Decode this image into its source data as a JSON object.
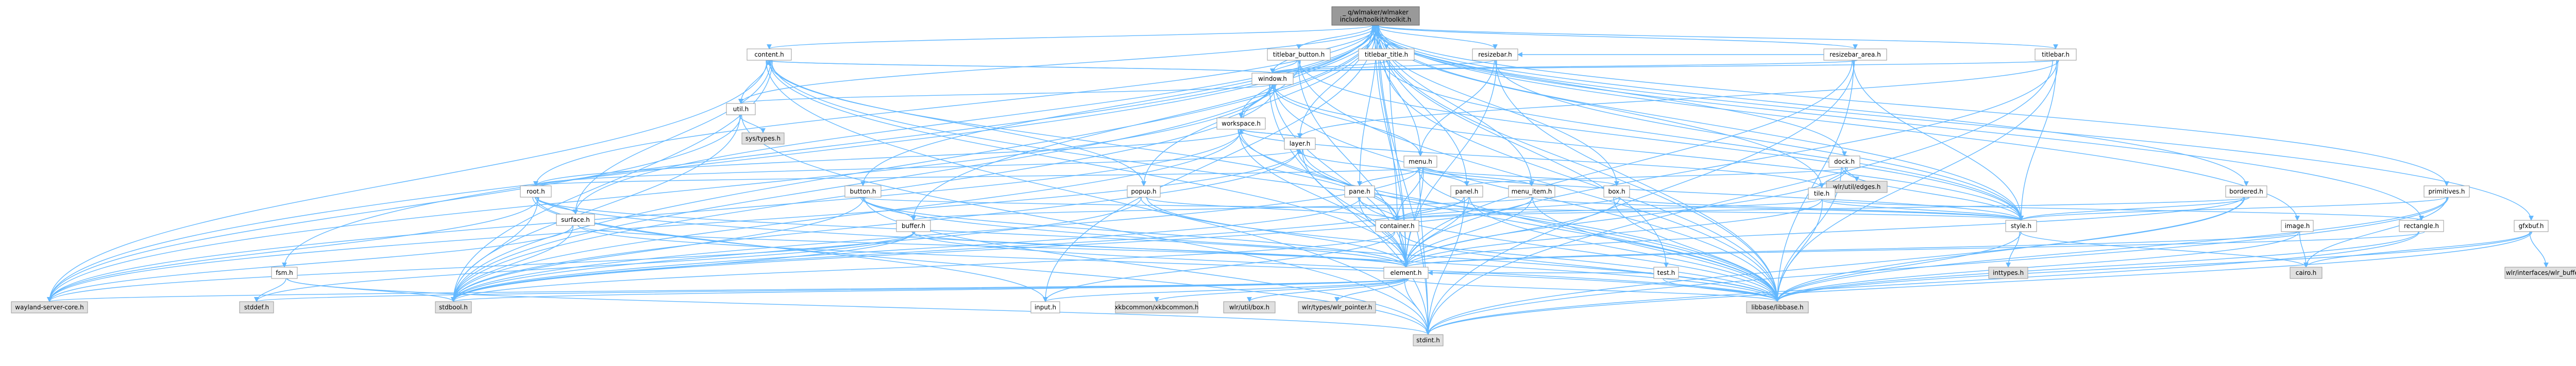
{
  "nodes": [
    {
      "id": "root",
      "lines": [
        "_ q/wlmaker/wlmaker",
        "include/toolkit/toolkit.h"
      ],
      "kind": "root"
    },
    {
      "id": "content",
      "lines": [
        "content.h"
      ]
    },
    {
      "id": "titlebar_button",
      "lines": [
        "titlebar_button.h"
      ]
    },
    {
      "id": "titlebar_title",
      "lines": [
        "titlebar_title.h"
      ]
    },
    {
      "id": "resizebar",
      "lines": [
        "resizebar.h"
      ]
    },
    {
      "id": "resizebar_area",
      "lines": [
        "resizebar_area.h"
      ]
    },
    {
      "id": "titlebar",
      "lines": [
        "titlebar.h"
      ]
    },
    {
      "id": "window",
      "lines": [
        "window.h"
      ]
    },
    {
      "id": "util",
      "lines": [
        "util.h"
      ]
    },
    {
      "id": "systypes",
      "lines": [
        "sys/types.h"
      ],
      "kind": "sys"
    },
    {
      "id": "workspace",
      "lines": [
        "workspace.h"
      ]
    },
    {
      "id": "layer",
      "lines": [
        "layer.h"
      ]
    },
    {
      "id": "menu",
      "lines": [
        "menu.h"
      ]
    },
    {
      "id": "dock",
      "lines": [
        "dock.h"
      ]
    },
    {
      "id": "wlredges",
      "lines": [
        "wlr/util/edges.h"
      ],
      "kind": "sys"
    },
    {
      "id": "root_h",
      "lines": [
        "root.h"
      ]
    },
    {
      "id": "button",
      "lines": [
        "button.h"
      ]
    },
    {
      "id": "popup",
      "lines": [
        "popup.h"
      ]
    },
    {
      "id": "pane",
      "lines": [
        "pane.h"
      ]
    },
    {
      "id": "panel",
      "lines": [
        "panel.h"
      ]
    },
    {
      "id": "menu_item",
      "lines": [
        "menu_item.h"
      ]
    },
    {
      "id": "box",
      "lines": [
        "box.h"
      ]
    },
    {
      "id": "tile",
      "lines": [
        "tile.h"
      ]
    },
    {
      "id": "bordered",
      "lines": [
        "bordered.h"
      ]
    },
    {
      "id": "primitives",
      "lines": [
        "primitives.h"
      ]
    },
    {
      "id": "surface",
      "lines": [
        "surface.h"
      ]
    },
    {
      "id": "buffer",
      "lines": [
        "buffer.h"
      ]
    },
    {
      "id": "container",
      "lines": [
        "container.h"
      ]
    },
    {
      "id": "style",
      "lines": [
        "style.h"
      ]
    },
    {
      "id": "image",
      "lines": [
        "image.h"
      ]
    },
    {
      "id": "rectangle",
      "lines": [
        "rectangle.h"
      ]
    },
    {
      "id": "gfxbuf",
      "lines": [
        "gfxbuf.h"
      ]
    },
    {
      "id": "fsm",
      "lines": [
        "fsm.h"
      ]
    },
    {
      "id": "element",
      "lines": [
        "element.h"
      ]
    },
    {
      "id": "test",
      "lines": [
        "test.h"
      ]
    },
    {
      "id": "inttypes",
      "lines": [
        "inttypes.h"
      ],
      "kind": "sys"
    },
    {
      "id": "cairo",
      "lines": [
        "cairo.h"
      ],
      "kind": "sys"
    },
    {
      "id": "wlr_buffer",
      "lines": [
        "wlr/interfaces/wlr_buffer.h"
      ],
      "kind": "sys"
    },
    {
      "id": "wayland",
      "lines": [
        "wayland-server-core.h"
      ],
      "kind": "sys"
    },
    {
      "id": "stddef",
      "lines": [
        "stddef.h"
      ],
      "kind": "sys"
    },
    {
      "id": "stdbool",
      "lines": [
        "stdbool.h"
      ],
      "kind": "sys"
    },
    {
      "id": "input",
      "lines": [
        "input.h"
      ]
    },
    {
      "id": "xkbcommon",
      "lines": [
        "xkbcommon/xkbcommon.h"
      ],
      "kind": "sys"
    },
    {
      "id": "wlrbox",
      "lines": [
        "wlr/util/box.h"
      ],
      "kind": "sys"
    },
    {
      "id": "wlrpointer",
      "lines": [
        "wlr/types/wlr_pointer.h"
      ],
      "kind": "sys"
    },
    {
      "id": "libbase",
      "lines": [
        "libbase/libbase.h"
      ],
      "kind": "sys"
    },
    {
      "id": "stdint",
      "lines": [
        "stdint.h"
      ],
      "kind": "sys"
    }
  ],
  "edges": [
    [
      "root",
      "content"
    ],
    [
      "root",
      "titlebar_button"
    ],
    [
      "root",
      "titlebar_title"
    ],
    [
      "root",
      "resizebar"
    ],
    [
      "root",
      "resizebar_area"
    ],
    [
      "root",
      "titlebar"
    ],
    [
      "root",
      "window"
    ],
    [
      "root",
      "util"
    ],
    [
      "root",
      "workspace"
    ],
    [
      "root",
      "layer"
    ],
    [
      "root",
      "menu"
    ],
    [
      "root",
      "dock"
    ],
    [
      "root",
      "root_h"
    ],
    [
      "root",
      "button"
    ],
    [
      "root",
      "popup"
    ],
    [
      "root",
      "pane"
    ],
    [
      "root",
      "panel"
    ],
    [
      "root",
      "menu_item"
    ],
    [
      "root",
      "box"
    ],
    [
      "root",
      "tile"
    ],
    [
      "root",
      "bordered"
    ],
    [
      "root",
      "primitives"
    ],
    [
      "root",
      "surface"
    ],
    [
      "root",
      "buffer"
    ],
    [
      "root",
      "container"
    ],
    [
      "root",
      "style"
    ],
    [
      "root",
      "image"
    ],
    [
      "root",
      "rectangle"
    ],
    [
      "root",
      "gfxbuf"
    ],
    [
      "root",
      "fsm"
    ],
    [
      "root",
      "element"
    ],
    [
      "root",
      "test"
    ],
    [
      "root",
      "input"
    ],
    [
      "root",
      "libbase"
    ],
    [
      "root",
      "stdbool"
    ],
    [
      "root",
      "stdint"
    ],
    [
      "root",
      "wayland"
    ],
    [
      "content",
      "window"
    ],
    [
      "content",
      "util"
    ],
    [
      "content",
      "container"
    ],
    [
      "content",
      "element"
    ],
    [
      "content",
      "popup"
    ],
    [
      "content",
      "surface"
    ],
    [
      "content",
      "libbase"
    ],
    [
      "content",
      "stdbool"
    ],
    [
      "content",
      "stdint"
    ],
    [
      "content",
      "wayland"
    ],
    [
      "titlebar_button",
      "window"
    ],
    [
      "titlebar_button",
      "element"
    ],
    [
      "titlebar_button",
      "style"
    ],
    [
      "titlebar_button",
      "libbase"
    ],
    [
      "titlebar_button",
      "stdbool"
    ],
    [
      "titlebar_title",
      "window"
    ],
    [
      "titlebar_title",
      "element"
    ],
    [
      "titlebar_title",
      "style"
    ],
    [
      "titlebar_title",
      "libbase"
    ],
    [
      "resizebar",
      "window"
    ],
    [
      "resizebar",
      "menu"
    ],
    [
      "resizebar",
      "style"
    ],
    [
      "resizebar",
      "libbase"
    ],
    [
      "resizebar",
      "element"
    ],
    [
      "resizebar_area",
      "window"
    ],
    [
      "resizebar_area",
      "resizebar"
    ],
    [
      "resizebar_area",
      "element"
    ],
    [
      "resizebar_area",
      "style"
    ],
    [
      "resizebar_area",
      "libbase"
    ],
    [
      "resizebar_area",
      "stdint"
    ],
    [
      "titlebar",
      "window"
    ],
    [
      "titlebar",
      "style"
    ],
    [
      "titlebar",
      "element"
    ],
    [
      "titlebar",
      "libbase"
    ],
    [
      "titlebar",
      "layer"
    ],
    [
      "titlebar",
      "stdint"
    ],
    [
      "window",
      "content"
    ],
    [
      "window",
      "util"
    ],
    [
      "window",
      "workspace"
    ],
    [
      "window",
      "menu"
    ],
    [
      "window",
      "element"
    ],
    [
      "window",
      "style"
    ],
    [
      "window",
      "libbase"
    ],
    [
      "window",
      "stdbool"
    ],
    [
      "window",
      "stdint"
    ],
    [
      "window",
      "wayland"
    ],
    [
      "util",
      "systypes"
    ],
    [
      "util",
      "stdbool"
    ],
    [
      "util",
      "wayland"
    ],
    [
      "util",
      "stdint"
    ],
    [
      "workspace",
      "layer"
    ],
    [
      "workspace",
      "window"
    ],
    [
      "workspace",
      "root_h"
    ],
    [
      "workspace",
      "container"
    ],
    [
      "workspace",
      "element"
    ],
    [
      "workspace",
      "tile"
    ],
    [
      "workspace",
      "libbase"
    ],
    [
      "workspace",
      "stdbool"
    ],
    [
      "workspace",
      "wayland"
    ],
    [
      "layer",
      "workspace"
    ],
    [
      "layer",
      "element"
    ],
    [
      "layer",
      "container"
    ],
    [
      "layer",
      "panel"
    ],
    [
      "layer",
      "libbase"
    ],
    [
      "layer",
      "stdbool"
    ],
    [
      "layer",
      "wayland"
    ],
    [
      "menu",
      "menu_item"
    ],
    [
      "menu",
      "pane"
    ],
    [
      "menu",
      "box"
    ],
    [
      "menu",
      "container"
    ],
    [
      "menu",
      "element"
    ],
    [
      "menu",
      "style"
    ],
    [
      "menu",
      "libbase"
    ],
    [
      "menu",
      "stdbool"
    ],
    [
      "menu",
      "stdint"
    ],
    [
      "menu",
      "root_h"
    ],
    [
      "dock",
      "wlredges"
    ],
    [
      "dock",
      "tile"
    ],
    [
      "dock",
      "panel"
    ],
    [
      "dock",
      "element"
    ],
    [
      "dock",
      "libbase"
    ],
    [
      "dock",
      "style"
    ],
    [
      "root_h",
      "layer"
    ],
    [
      "root_h",
      "surface"
    ],
    [
      "root_h",
      "input"
    ],
    [
      "root_h",
      "element"
    ],
    [
      "root_h",
      "libbase"
    ],
    [
      "root_h",
      "stdbool"
    ],
    [
      "root_h",
      "wayland"
    ],
    [
      "root_h",
      "stdint"
    ],
    [
      "button",
      "buffer"
    ],
    [
      "button",
      "style"
    ],
    [
      "button",
      "element"
    ],
    [
      "button",
      "libbase"
    ],
    [
      "button",
      "stdbool"
    ],
    [
      "button",
      "stdint"
    ],
    [
      "popup",
      "container"
    ],
    [
      "popup",
      "element"
    ],
    [
      "popup",
      "libbase"
    ],
    [
      "popup",
      "stdbool"
    ],
    [
      "pane",
      "container"
    ],
    [
      "pane",
      "element"
    ],
    [
      "pane",
      "libbase"
    ],
    [
      "pane",
      "stdbool"
    ],
    [
      "panel",
      "container"
    ],
    [
      "panel",
      "element"
    ],
    [
      "panel",
      "libbase"
    ],
    [
      "panel",
      "stdbool"
    ],
    [
      "panel",
      "stdint"
    ],
    [
      "menu_item",
      "buffer"
    ],
    [
      "menu_item",
      "style"
    ],
    [
      "menu_item",
      "element"
    ],
    [
      "menu_item",
      "libbase"
    ],
    [
      "menu_item",
      "stdbool"
    ],
    [
      "box",
      "container"
    ],
    [
      "box",
      "element"
    ],
    [
      "box",
      "libbase"
    ],
    [
      "box",
      "style"
    ],
    [
      "tile",
      "container"
    ],
    [
      "tile",
      "style"
    ],
    [
      "tile",
      "element"
    ],
    [
      "tile",
      "libbase"
    ],
    [
      "tile",
      "rectangle"
    ],
    [
      "bordered",
      "container"
    ],
    [
      "bordered",
      "style"
    ],
    [
      "bordered",
      "element"
    ],
    [
      "bordered",
      "libbase"
    ],
    [
      "bordered",
      "stdint"
    ],
    [
      "primitives",
      "style"
    ],
    [
      "primitives",
      "cairo"
    ],
    [
      "primitives",
      "libbase"
    ],
    [
      "primitives",
      "stdint"
    ],
    [
      "surface",
      "element"
    ],
    [
      "surface",
      "libbase"
    ],
    [
      "surface",
      "wayland"
    ],
    [
      "surface",
      "stdbool"
    ],
    [
      "buffer",
      "element"
    ],
    [
      "buffer",
      "libbase"
    ],
    [
      "buffer",
      "stdbool"
    ],
    [
      "buffer",
      "wayland"
    ],
    [
      "buffer",
      "stddef"
    ],
    [
      "container",
      "element"
    ],
    [
      "container",
      "libbase"
    ],
    [
      "container",
      "stdbool"
    ],
    [
      "container",
      "input"
    ],
    [
      "style",
      "inttypes"
    ],
    [
      "style",
      "cairo"
    ],
    [
      "style",
      "libbase"
    ],
    [
      "image",
      "element"
    ],
    [
      "image",
      "libbase"
    ],
    [
      "image",
      "cairo"
    ],
    [
      "rectangle",
      "element"
    ],
    [
      "rectangle",
      "libbase"
    ],
    [
      "rectangle",
      "stdint"
    ],
    [
      "gfxbuf",
      "wlr_buffer"
    ],
    [
      "gfxbuf",
      "cairo"
    ],
    [
      "gfxbuf",
      "libbase"
    ],
    [
      "gfxbuf",
      "stdint"
    ],
    [
      "fsm",
      "stddef"
    ],
    [
      "fsm",
      "stdint"
    ],
    [
      "fsm",
      "stdbool"
    ],
    [
      "element",
      "libbase"
    ],
    [
      "element",
      "stdbool"
    ],
    [
      "element",
      "stdint"
    ],
    [
      "element",
      "wayland"
    ],
    [
      "element",
      "input"
    ],
    [
      "element",
      "xkbcommon"
    ],
    [
      "element",
      "wlrbox"
    ],
    [
      "element",
      "wlrpointer"
    ],
    [
      "element",
      "stddef"
    ],
    [
      "test",
      "libbase"
    ],
    [
      "test",
      "element"
    ]
  ]
}
